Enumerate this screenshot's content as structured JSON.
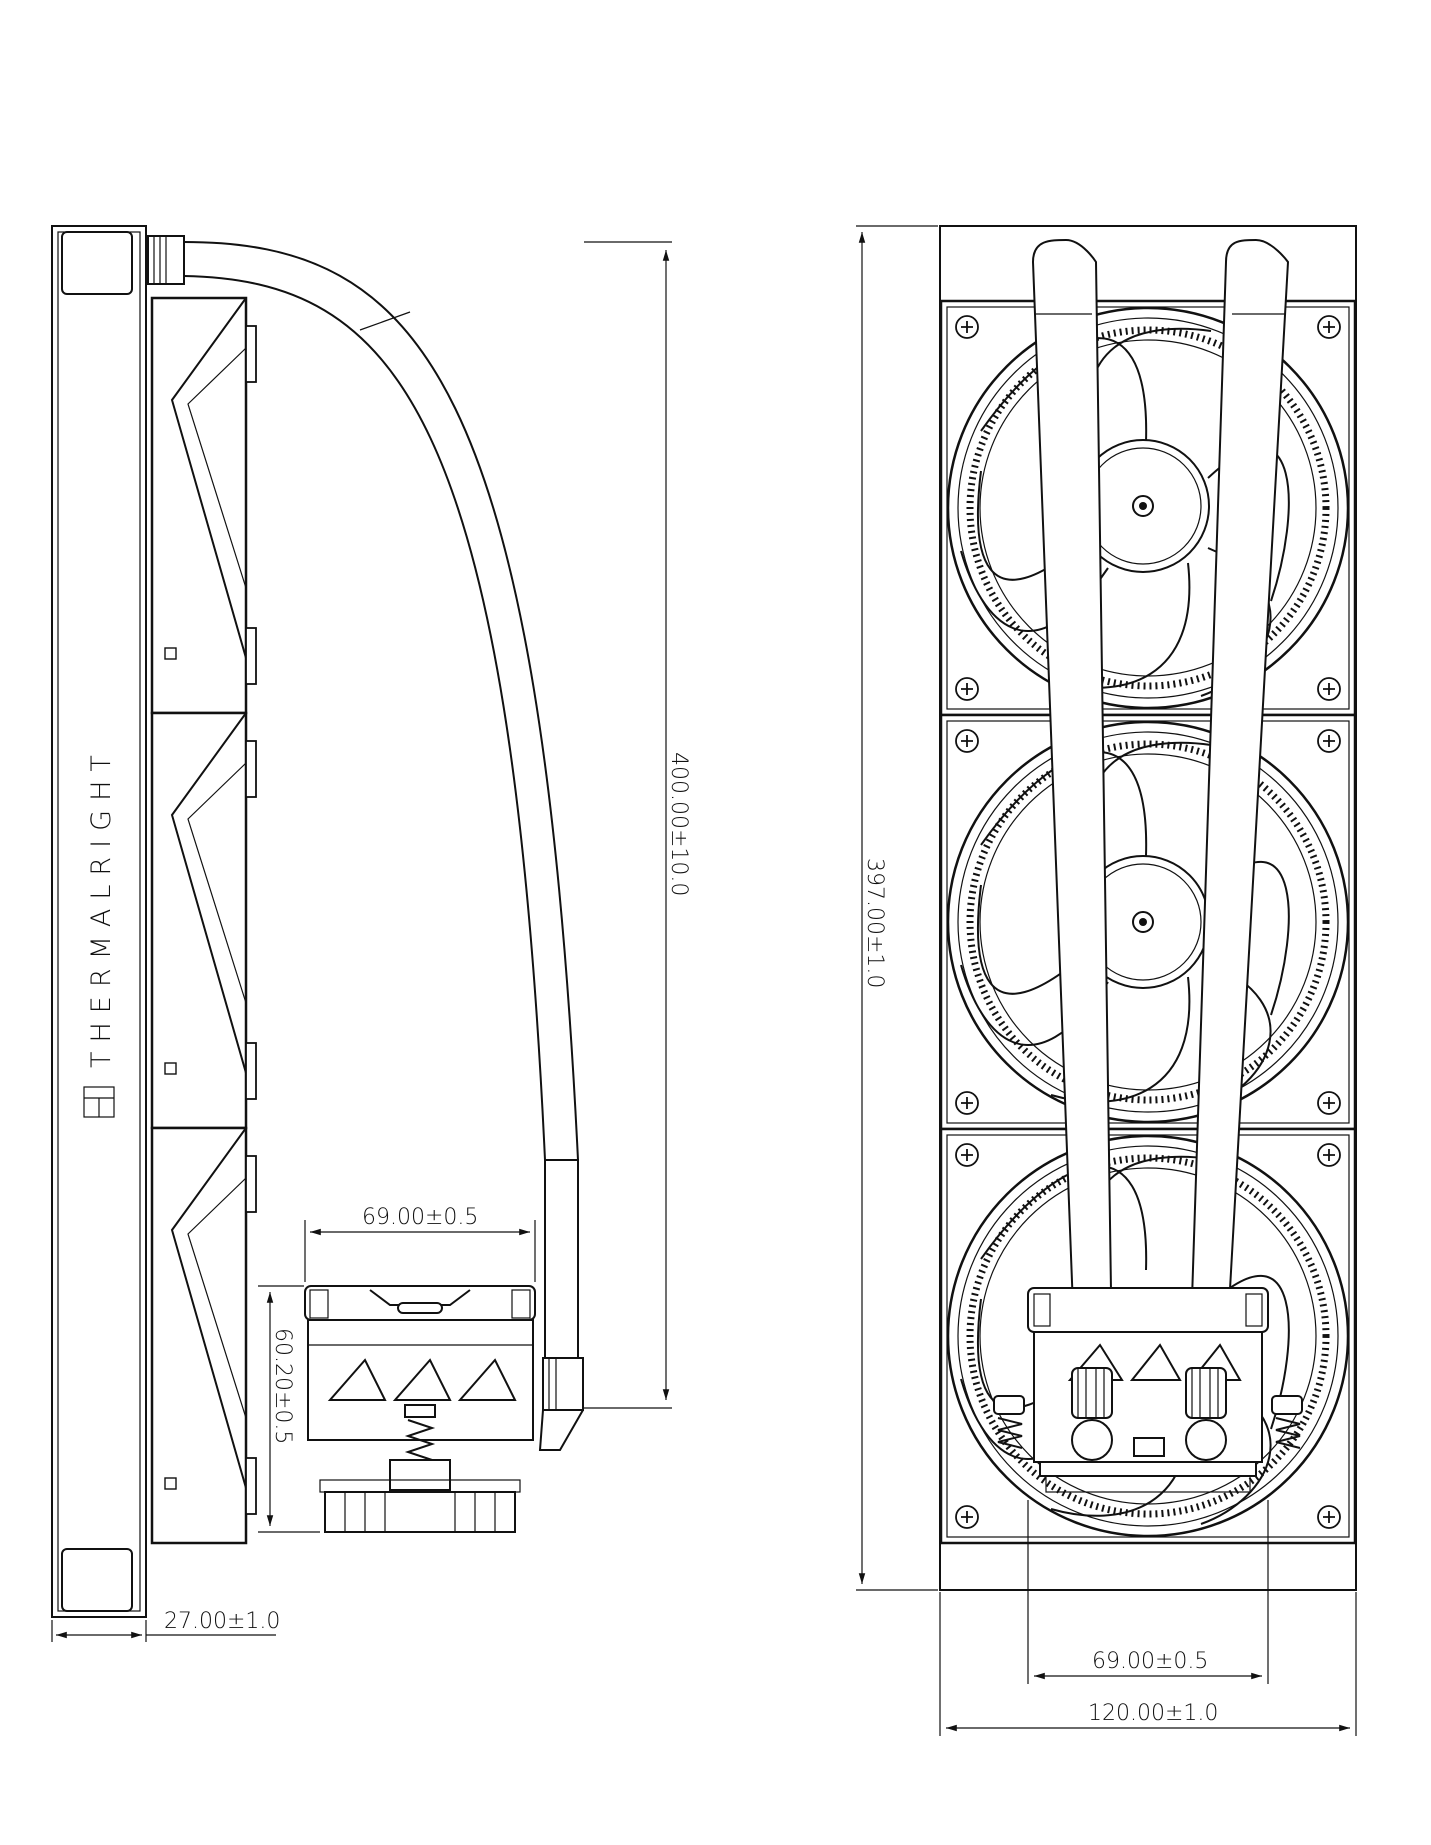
{
  "drawing": {
    "brand_text": "THERMALRIGHT",
    "side_view": {
      "tube_length_dim": "400.00±10.0",
      "pump_width_dim": "69.00±0.5",
      "pump_height_dim": "60.20±0.5",
      "radiator_thickness_dim": "27.00±1.0"
    },
    "front_view": {
      "radiator_length_dim": "397.00±1.0",
      "pump_width_dim": "69.00±0.5",
      "radiator_width_dim": "120.00±1.0"
    },
    "line_color": "#111111",
    "background_color": "#ffffff"
  }
}
